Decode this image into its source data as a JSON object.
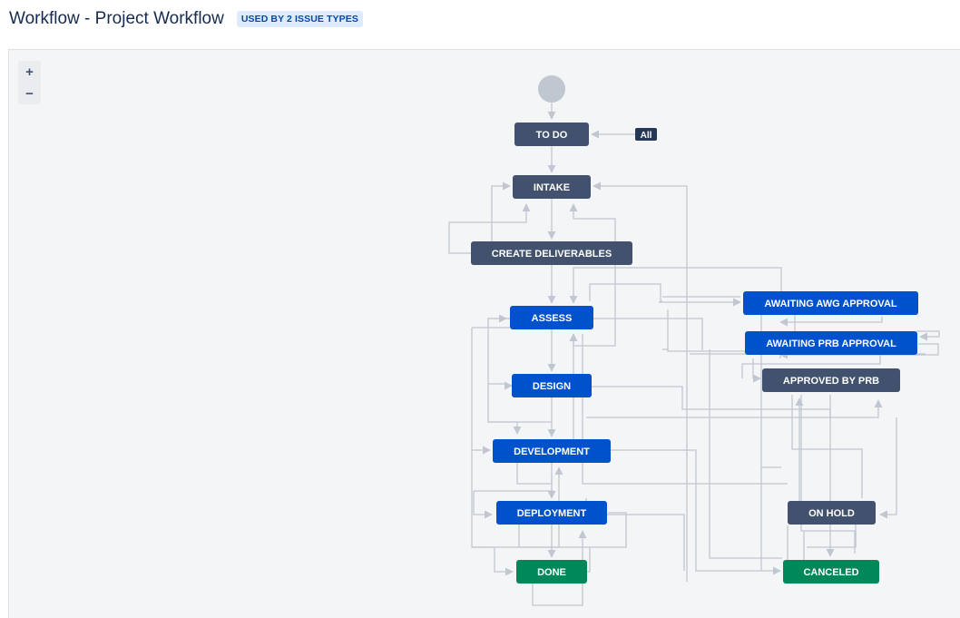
{
  "header": {
    "title": "Workflow - Project Workflow",
    "badge": "USED BY 2 ISSUE TYPES"
  },
  "zoom": {
    "in_label": "+",
    "out_label": "−"
  },
  "colors": {
    "dark_status": "#42526e",
    "in_progress_status": "#0052cc",
    "done_status": "#00875a",
    "start_node": "#c1c7d0",
    "connector": "#c1c7d0",
    "all_tag": "#253858"
  },
  "diagram": {
    "all_tag": "All",
    "statuses": [
      {
        "id": "todo",
        "label": "TO DO",
        "category": "dark"
      },
      {
        "id": "intake",
        "label": "INTAKE",
        "category": "dark"
      },
      {
        "id": "create-deliverables",
        "label": "CREATE DELIVERABLES",
        "category": "dark"
      },
      {
        "id": "assess",
        "label": "ASSESS",
        "category": "in_progress"
      },
      {
        "id": "design",
        "label": "DESIGN",
        "category": "in_progress"
      },
      {
        "id": "development",
        "label": "DEVELOPMENT",
        "category": "in_progress"
      },
      {
        "id": "deployment",
        "label": "DEPLOYMENT",
        "category": "in_progress"
      },
      {
        "id": "done",
        "label": "DONE",
        "category": "done"
      },
      {
        "id": "awaiting-awg-approval",
        "label": "AWAITING AWG APPROVAL",
        "category": "in_progress"
      },
      {
        "id": "awaiting-prb-approval",
        "label": "AWAITING PRB APPROVAL",
        "category": "in_progress"
      },
      {
        "id": "approved-by-prb",
        "label": "APPROVED BY PRB",
        "category": "dark"
      },
      {
        "id": "on-hold",
        "label": "ON HOLD",
        "category": "dark"
      },
      {
        "id": "canceled",
        "label": "CANCELED",
        "category": "done"
      }
    ]
  }
}
